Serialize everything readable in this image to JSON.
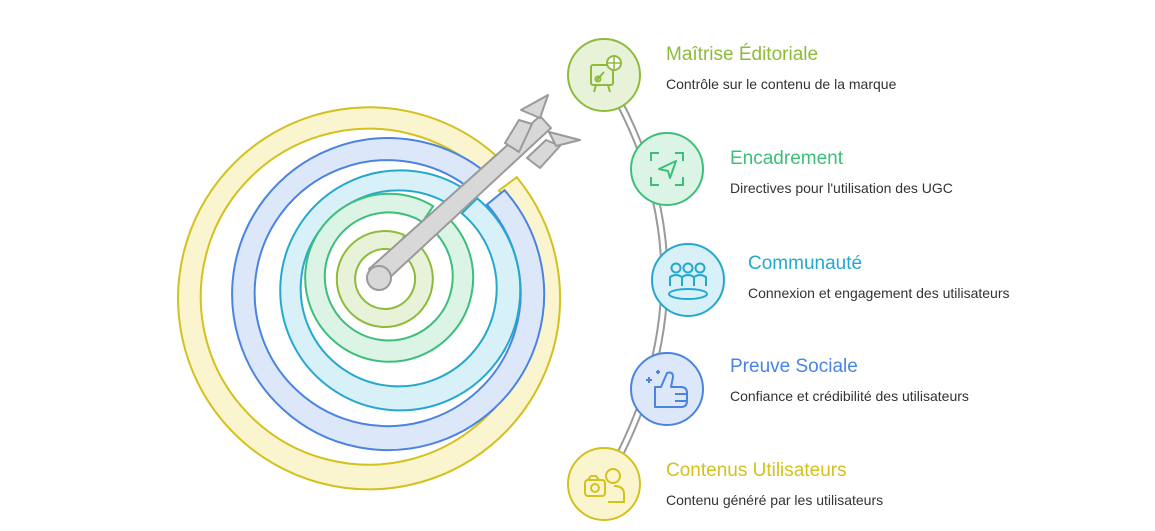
{
  "items": [
    {
      "title": "Maîtrise Éditoriale",
      "desc": "Contrôle sur le contenu de la marque",
      "color": "#8dbb3a",
      "fill": "#e8f2d8",
      "icon": "easel-icon"
    },
    {
      "title": "Encadrement",
      "desc": "Directives pour l'utilisation des UGC",
      "color": "#3cbf7a",
      "fill": "#dcf4e6",
      "icon": "frame-cursor-icon"
    },
    {
      "title": "Communauté",
      "desc": "Connexion et engagement des utilisateurs",
      "color": "#25a8d0",
      "fill": "#d8f0f8",
      "icon": "people-icon"
    },
    {
      "title": "Preuve Sociale",
      "desc": "Confiance et crédibilité des utilisateurs",
      "color": "#4a84e0",
      "fill": "#dde7fa",
      "icon": "thumbs-up-icon"
    },
    {
      "title": "Contenus Utilisateurs",
      "desc": "Contenu généré par les utilisateurs",
      "color": "#d3c11e",
      "fill": "#faf4cf",
      "icon": "user-photo-icon"
    }
  ],
  "target": {
    "ring_colors": [
      "#d3c11e",
      "#4a84e0",
      "#25a8d0",
      "#3cbf7a",
      "#8dbb3a"
    ],
    "ring_fills": [
      "#faf4cf",
      "#dde7fa",
      "#d8f0f8",
      "#dcf4e6",
      "#e8f2d8"
    ],
    "arrow_stroke": "#9a9a9a",
    "arrow_fill": "#d8d8d8"
  }
}
